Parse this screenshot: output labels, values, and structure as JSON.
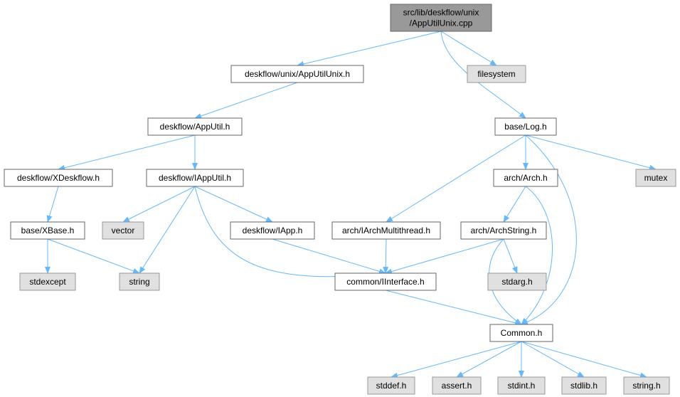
{
  "colors": {
    "edge": "#63b8ff",
    "root_fill": "#999999",
    "root_stroke": "#666666",
    "file_fill": "#ffffff",
    "file_stroke": "#666666",
    "system_fill": "#e0e0e0",
    "system_stroke": "#999999"
  },
  "nodes": [
    {
      "id": "root",
      "kind": "root",
      "lines": [
        "src/lib/deskflow/unix",
        "/AppUtilUnix.cpp"
      ]
    },
    {
      "id": "apputilunix_h",
      "kind": "file",
      "lines": [
        "deskflow/unix/AppUtilUnix.h"
      ]
    },
    {
      "id": "filesystem",
      "kind": "system",
      "lines": [
        "filesystem"
      ]
    },
    {
      "id": "apputil_h",
      "kind": "file",
      "lines": [
        "deskflow/AppUtil.h"
      ]
    },
    {
      "id": "log_h",
      "kind": "file",
      "lines": [
        "base/Log.h"
      ]
    },
    {
      "id": "xdeskflow_h",
      "kind": "file",
      "lines": [
        "deskflow/XDeskflow.h"
      ]
    },
    {
      "id": "iapputil_h",
      "kind": "file",
      "lines": [
        "deskflow/IAppUtil.h"
      ]
    },
    {
      "id": "arch_h",
      "kind": "file",
      "lines": [
        "arch/Arch.h"
      ]
    },
    {
      "id": "mutex",
      "kind": "system",
      "lines": [
        "mutex"
      ]
    },
    {
      "id": "xbase_h",
      "kind": "file",
      "lines": [
        "base/XBase.h"
      ]
    },
    {
      "id": "vector",
      "kind": "system",
      "lines": [
        "vector"
      ]
    },
    {
      "id": "iapp_h",
      "kind": "file",
      "lines": [
        "deskflow/IApp.h"
      ]
    },
    {
      "id": "iarchmt_h",
      "kind": "file",
      "lines": [
        "arch/IArchMultithread.h"
      ]
    },
    {
      "id": "archstring_h",
      "kind": "file",
      "lines": [
        "arch/ArchString.h"
      ]
    },
    {
      "id": "stdexcept",
      "kind": "system",
      "lines": [
        "stdexcept"
      ]
    },
    {
      "id": "string",
      "kind": "system",
      "lines": [
        "string"
      ]
    },
    {
      "id": "iinterface_h",
      "kind": "file",
      "lines": [
        "common/IInterface.h"
      ]
    },
    {
      "id": "stdarg_h",
      "kind": "system",
      "lines": [
        "stdarg.h"
      ]
    },
    {
      "id": "common_h",
      "kind": "file",
      "lines": [
        "Common.h"
      ]
    },
    {
      "id": "stddef_h",
      "kind": "system",
      "lines": [
        "stddef.h"
      ]
    },
    {
      "id": "assert_h",
      "kind": "system",
      "lines": [
        "assert.h"
      ]
    },
    {
      "id": "stdint_h",
      "kind": "system",
      "lines": [
        "stdint.h"
      ]
    },
    {
      "id": "stdlib_h",
      "kind": "system",
      "lines": [
        "stdlib.h"
      ]
    },
    {
      "id": "string_h",
      "kind": "system",
      "lines": [
        "string.h"
      ]
    }
  ],
  "edges": [
    {
      "from": "root",
      "to": "apputilunix_h"
    },
    {
      "from": "root",
      "to": "filesystem"
    },
    {
      "from": "root",
      "to": "log_h"
    },
    {
      "from": "apputilunix_h",
      "to": "apputil_h"
    },
    {
      "from": "apputil_h",
      "to": "xdeskflow_h"
    },
    {
      "from": "apputil_h",
      "to": "iapputil_h"
    },
    {
      "from": "xdeskflow_h",
      "to": "xbase_h"
    },
    {
      "from": "xbase_h",
      "to": "stdexcept"
    },
    {
      "from": "xbase_h",
      "to": "string"
    },
    {
      "from": "iapputil_h",
      "to": "vector"
    },
    {
      "from": "iapputil_h",
      "to": "string"
    },
    {
      "from": "iapputil_h",
      "to": "iapp_h"
    },
    {
      "from": "iapputil_h",
      "to": "iinterface_h"
    },
    {
      "from": "iapp_h",
      "to": "iinterface_h"
    },
    {
      "from": "log_h",
      "to": "iarchmt_h"
    },
    {
      "from": "log_h",
      "to": "arch_h"
    },
    {
      "from": "log_h",
      "to": "mutex"
    },
    {
      "from": "log_h",
      "to": "common_h"
    },
    {
      "from": "arch_h",
      "to": "archstring_h"
    },
    {
      "from": "arch_h",
      "to": "common_h"
    },
    {
      "from": "iarchmt_h",
      "to": "iinterface_h"
    },
    {
      "from": "archstring_h",
      "to": "iinterface_h"
    },
    {
      "from": "archstring_h",
      "to": "stdarg_h"
    },
    {
      "from": "archstring_h",
      "to": "common_h"
    },
    {
      "from": "iinterface_h",
      "to": "common_h"
    },
    {
      "from": "common_h",
      "to": "stddef_h"
    },
    {
      "from": "common_h",
      "to": "assert_h"
    },
    {
      "from": "common_h",
      "to": "stdint_h"
    },
    {
      "from": "common_h",
      "to": "stdlib_h"
    },
    {
      "from": "common_h",
      "to": "string_h"
    }
  ]
}
